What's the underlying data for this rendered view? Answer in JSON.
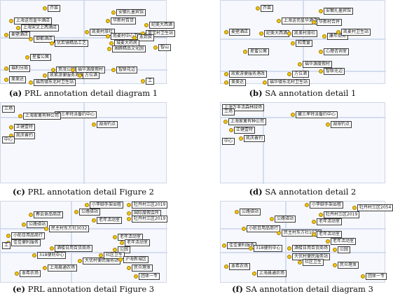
{
  "panels": [
    {
      "id": "a",
      "caption_letter": "(a)",
      "caption_text": "PRL annotation detail diagram 1",
      "pois": [
        {
          "name": "芥菜",
          "dot": "left"
        },
        {
          "name": "安徽扎墨宾馆",
          "dot": "left"
        },
        {
          "name": "上海送司皇华酒店",
          "dot": "left"
        },
        {
          "name": "华新村百货",
          "dot": "left"
        },
        {
          "name": "纪美大西酒",
          "dot": "left"
        },
        {
          "name": "上海宋文上西酒店",
          "dot": "left"
        },
        {
          "name": "凯美村旅社",
          "dot": "left"
        },
        {
          "name": "麦壁酒店",
          "dot": "left"
        },
        {
          "name": "御都酒店",
          "dot": "left"
        },
        {
          "name": "南麦村中心卫生站",
          "dot": "left"
        },
        {
          "name": "富宝村卫生站",
          "dot": "left"
        },
        {
          "name": "永邦宾",
          "dot": "left"
        },
        {
          "name": "优若镜精品工艺",
          "dot": "left"
        },
        {
          "name": "城麦大药房",
          "dot": "left"
        },
        {
          "name": "湘腾精品文化园",
          "dot": "left"
        },
        {
          "name": "智山",
          "dot": "left"
        },
        {
          "name": "星蜜公寓",
          "dot": "left"
        },
        {
          "name": "福利分局",
          "dot": "left"
        },
        {
          "name": "贺茂公园服务",
          "dot": "left"
        },
        {
          "name": "福华源度假村",
          "dot": "left"
        },
        {
          "name": "智联花边",
          "dot": "left"
        },
        {
          "name": "凯紫游便服务港改",
          "dot": "left"
        },
        {
          "name": "方位酒",
          "dot": "left"
        },
        {
          "name": "美美达",
          "dot": "left"
        },
        {
          "name": "福耳镇东北村卫生站",
          "dot": "left"
        },
        {
          "name": "工",
          "dot": "left"
        }
      ]
    },
    {
      "id": "b",
      "caption_letter": "(b)",
      "caption_text": "SA annotation detail 1",
      "pois": [
        {
          "name": "芥菜",
          "dot": "left"
        },
        {
          "name": "安徽扎墨宾馆",
          "dot": "left"
        },
        {
          "name": "上海送司皇华酒店",
          "dot": "left"
        },
        {
          "name": "华新村合并",
          "dot": "left"
        },
        {
          "name": "麦壁酒店",
          "dot": "left"
        },
        {
          "name": "纪美大西酒",
          "dot": "left"
        },
        {
          "name": "凯美村旅社",
          "dot": "left"
        },
        {
          "name": "康年商务",
          "dot": "left"
        },
        {
          "name": "凯麦村卫生站",
          "dot": "left"
        },
        {
          "name": "和青宴",
          "dot": "left"
        },
        {
          "name": "星蜜公寓",
          "dot": "left"
        },
        {
          "name": "心理咨询室",
          "dot": "left"
        },
        {
          "name": "福华源度假村",
          "dot": "left"
        },
        {
          "name": "凯紫游便服务港改",
          "dot": "left"
        },
        {
          "name": "方位酒",
          "dot": "left"
        },
        {
          "name": "智联花边",
          "dot": "left"
        },
        {
          "name": "美美达",
          "dot": "left"
        },
        {
          "name": "福华镇东北村卫生站",
          "dot": "left"
        }
      ]
    },
    {
      "id": "c",
      "caption_letter": "(c)",
      "caption_text": "PRL annotation detail Figure 2",
      "pois": [
        {
          "name": "三场",
          "dot": "none"
        },
        {
          "name": "藏三孝特派番约中心",
          "dot": "left"
        },
        {
          "name": "上海家禽有种公司",
          "dot": "left"
        },
        {
          "name": "湖海钓点",
          "dot": "left"
        },
        {
          "name": "正健壹特",
          "dot": "left"
        },
        {
          "name": "凯庆善钓",
          "dot": "left"
        },
        {
          "name": "中心",
          "dot": "none"
        }
      ]
    },
    {
      "id": "d",
      "caption_letter": "(d)",
      "caption_text": "SA annotation detail 2",
      "pois": [
        {
          "name": "上海万丰活森林绿场",
          "dot": "none"
        },
        {
          "name": "三场",
          "dot": "none"
        },
        {
          "name": "藏三孝特派番约中心",
          "dot": "left"
        },
        {
          "name": "上海家禽有种公司",
          "dot": "left"
        },
        {
          "name": "湖海钓点",
          "dot": "left"
        },
        {
          "name": "正健壹特",
          "dot": "left"
        },
        {
          "name": "凯庆善钓",
          "dot": "left"
        },
        {
          "name": "中心",
          "dot": "none"
        }
      ]
    },
    {
      "id": "e",
      "caption_letter": "(e)",
      "caption_text": "PRL annotation detail Figure 3",
      "pois": [
        {
          "name": "小李脚手架出租",
          "dot": "left"
        },
        {
          "name": "牡丹村三区2019",
          "dot": "left"
        },
        {
          "name": "公路驿站",
          "dot": "left"
        },
        {
          "name": "国际度假会所",
          "dot": "left"
        },
        {
          "name": "春云食品商店",
          "dot": "left"
        },
        {
          "name": "牡丹村三区2019",
          "dot": "left"
        },
        {
          "name": "公路驿站",
          "dot": "left"
        },
        {
          "name": "老年活动室",
          "dot": "left"
        },
        {
          "name": "民主村东方社3032",
          "dot": "left"
        },
        {
          "name": "小舫日用品商行",
          "dot": "left"
        },
        {
          "name": "老年活动室",
          "dot": "left"
        },
        {
          "name": "佳佳便利服务",
          "dot": "left"
        },
        {
          "name": "老年活动室",
          "dot": "left"
        },
        {
          "name": "工",
          "dot": "none"
        },
        {
          "name": "酒楼日用百货商场",
          "dot": "left"
        },
        {
          "name": "公园",
          "dot": "left"
        },
        {
          "name": "318便利中心",
          "dot": "left"
        },
        {
          "name": "大优村便民服务站",
          "dot": "left"
        },
        {
          "name": "社区卫生",
          "dot": "left"
        },
        {
          "name": "沪海新城区",
          "dot": "left"
        },
        {
          "name": "民众理发",
          "dot": "left"
        },
        {
          "name": "上海晨通农场",
          "dot": "left"
        },
        {
          "name": "本希农场",
          "dot": "left"
        },
        {
          "name": "团体一专",
          "dot": "left"
        }
      ]
    },
    {
      "id": "f",
      "caption_letter": "(f)",
      "caption_text": "SA annotation detail diagram 3",
      "pois": [
        {
          "name": "小李脚手架出租",
          "dot": "left"
        },
        {
          "name": "牡丹村三区2054",
          "dot": "left"
        },
        {
          "name": "公路驿站",
          "dot": "left"
        },
        {
          "name": "牡丹村三区2019",
          "dot": "left"
        },
        {
          "name": "公路驿站",
          "dot": "left"
        },
        {
          "name": "老年活动室",
          "dot": "left"
        },
        {
          "name": "小舫日用品商行",
          "dot": "left"
        },
        {
          "name": "民主村东方社1076",
          "dot": "left"
        },
        {
          "name": "老年活动室",
          "dot": "left"
        },
        {
          "name": "老年活动室",
          "dot": "left"
        },
        {
          "name": "佳佳便利服务",
          "dot": "left"
        },
        {
          "name": "318便利中心",
          "dot": "left"
        },
        {
          "name": "酒楼日用百货商场",
          "dot": "left"
        },
        {
          "name": "公园",
          "dot": "left"
        },
        {
          "name": "大优村便民服务站",
          "dot": "left"
        },
        {
          "name": "社区卫生",
          "dot": "left"
        },
        {
          "name": "民众理发",
          "dot": "left"
        },
        {
          "name": "本希农场",
          "dot": "left"
        },
        {
          "name": "上海晨通农场",
          "dot": "left"
        },
        {
          "name": "团体一专",
          "dot": "left"
        }
      ]
    }
  ],
  "colors": {
    "map_background": "#f6f8fd",
    "road": "#d4ddef",
    "poi_dot": "#f2c40f",
    "label_border": "#3a3a3a"
  }
}
